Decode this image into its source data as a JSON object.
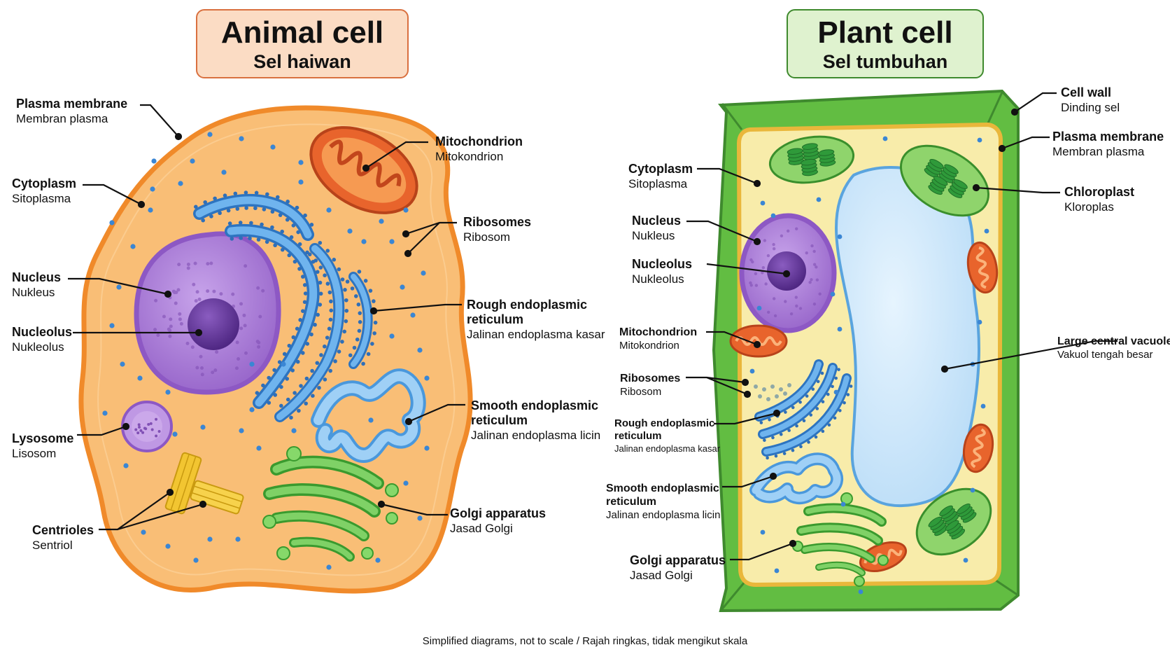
{
  "animal": {
    "title": "Animal cell",
    "subtitle": "Sel haiwan",
    "labels": {
      "plasma_membrane": {
        "en": "Plasma membrane",
        "ms": "Membran plasma"
      },
      "cytoplasm": {
        "en": "Cytoplasm",
        "ms": "Sitoplasma"
      },
      "nucleus": {
        "en": "Nucleus",
        "ms": "Nukleus"
      },
      "nucleolus": {
        "en": "Nucleolus",
        "ms": "Nukleolus"
      },
      "lysosome": {
        "en": "Lysosome",
        "ms": "Lisosom"
      },
      "centrioles": {
        "en": "Centrioles",
        "ms": "Sentriol"
      },
      "mitochondrion": {
        "en": "Mitochondrion",
        "ms": "Mitokondrion"
      },
      "ribosomes": {
        "en": "Ribosomes",
        "ms": "Ribosom"
      },
      "rough_er": {
        "en1": "Rough endoplasmic",
        "en2": "reticulum",
        "ms": "Jalinan endoplasma kasar"
      },
      "smooth_er": {
        "en1": "Smooth endoplasmic",
        "en2": "reticulum",
        "ms": "Jalinan endoplasma licin"
      },
      "golgi": {
        "en": "Golgi apparatus",
        "ms": "Jasad Golgi"
      }
    }
  },
  "plant": {
    "title": "Plant cell",
    "subtitle": "Sel tumbuhan",
    "labels": {
      "cell_wall": {
        "en": "Cell wall",
        "ms": "Dinding sel"
      },
      "plasma_membrane": {
        "en": "Plasma membrane",
        "ms": "Membran plasma"
      },
      "chloroplast": {
        "en": "Chloroplast",
        "ms": "Kloroplas"
      },
      "cytoplasm": {
        "en": "Cytoplasm",
        "ms": "Sitoplasma"
      },
      "nucleus": {
        "en": "Nucleus",
        "ms": "Nukleus"
      },
      "nucleolus": {
        "en": "Nucleolus",
        "ms": "Nukleolus"
      },
      "mitochondrion": {
        "en": "Mitochondrion",
        "ms": "Mitokondrion"
      },
      "ribosomes": {
        "en": "Ribosomes",
        "ms": "Ribosom"
      },
      "rough_er": {
        "en1": "Rough endoplasmic",
        "en2": "reticulum",
        "ms": "Jalinan endoplasma kasar"
      },
      "smooth_er": {
        "en1": "Smooth endoplasmic",
        "en2": "reticulum",
        "ms": "Jalinan endoplasma licin"
      },
      "golgi": {
        "en": "Golgi apparatus",
        "ms": "Jasad Golgi"
      },
      "vacuole": {
        "en": "Large central vacuole",
        "ms": "Vakuol tengah besar"
      }
    }
  },
  "colors": {
    "animal_cytoplasm": "#f9be76",
    "animal_membrane": "#f08a2a",
    "plant_wall": "#5cb83c",
    "plant_cytoplasm": "#f8ecaa",
    "nucleus": "#a87ad6",
    "nucleolus": "#6a3b9c",
    "mitochondrion": "#e8642c",
    "er": "#4f9ee6",
    "smooth_er": "#8ec9f4",
    "golgi": "#5cbf48",
    "vacuole": "#cfe8fb",
    "ribosome": "#3a86d4",
    "centriole": "#f2c531"
  },
  "footnote": "Simplified diagrams, not to scale / Rajah ringkas, tidak mengikut skala"
}
